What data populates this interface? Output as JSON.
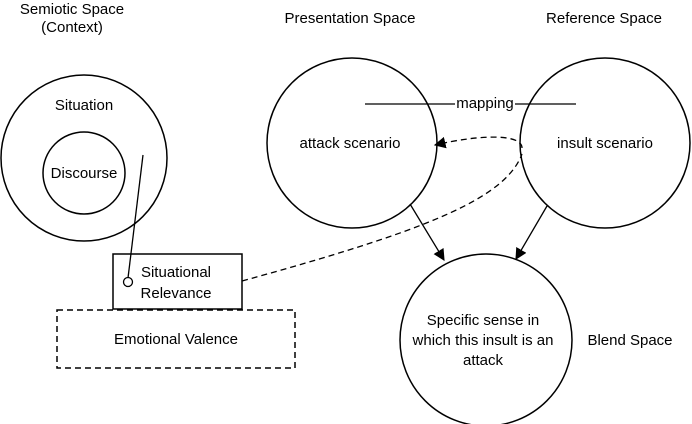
{
  "spaces": {
    "semiotic_title_line1": "Semiotic Space",
    "semiotic_title_line2": "(Context)",
    "presentation_title": "Presentation Space",
    "reference_title": "Reference Space",
    "blend_title": "Blend Space"
  },
  "nodes": {
    "situation": "Situation",
    "discourse": "Discourse",
    "attack_scenario": "attack scenario",
    "insult_scenario": "insult scenario",
    "situational_relevance_line1": "Situational",
    "situational_relevance_line2": "Relevance",
    "emotional_valence": "Emotional Valence",
    "blend_line1": "Specific sense in",
    "blend_line2": "which this insult is an",
    "blend_line3": "attack"
  },
  "edges": {
    "mapping_label": "mapping"
  }
}
